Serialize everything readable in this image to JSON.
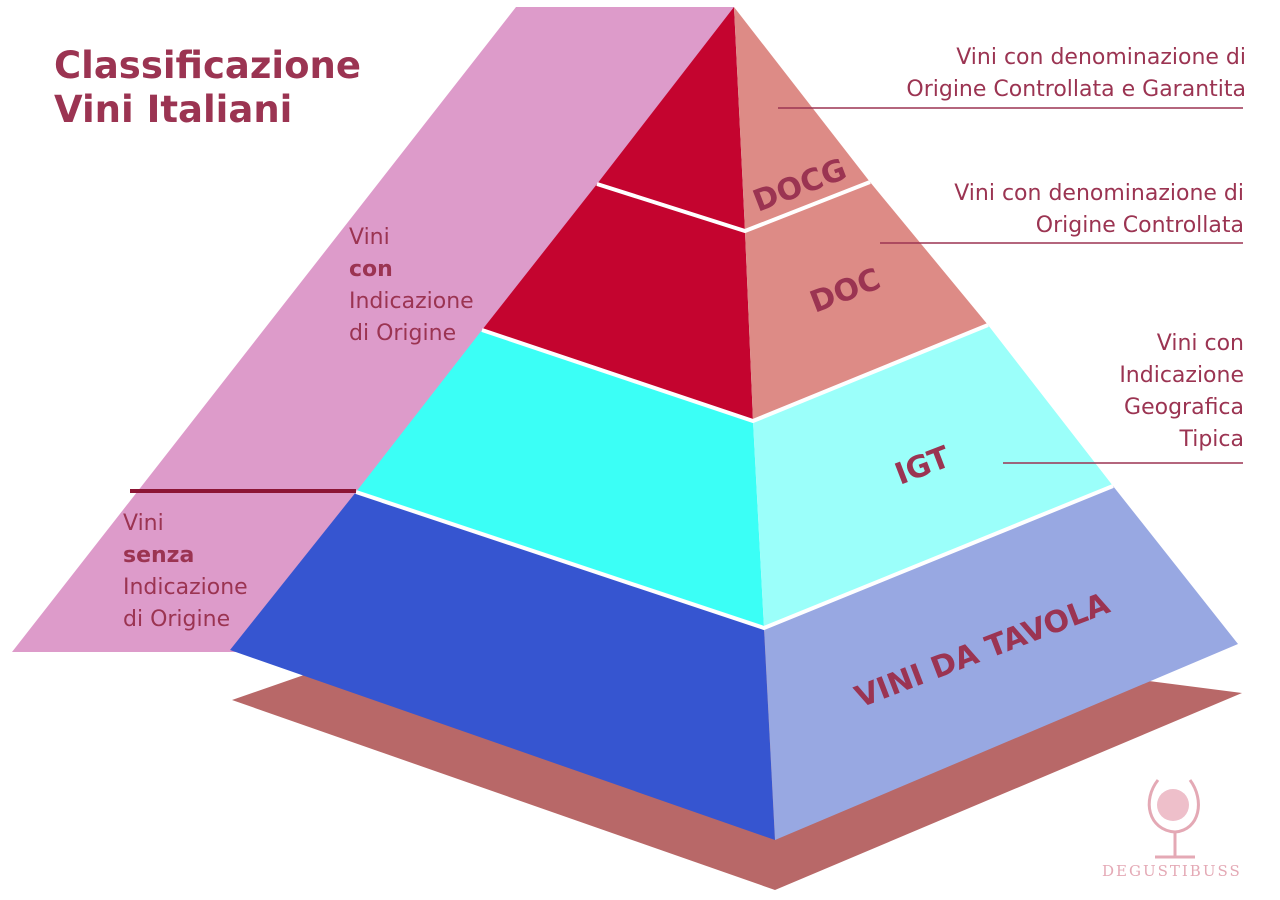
{
  "title": {
    "line1": "Classificazione",
    "line2": "Vini Italiani"
  },
  "tiers": {
    "docg": "DOCG",
    "doc": "DOC",
    "igt": "IGT",
    "tavola": "VINI DA TAVOLA"
  },
  "descriptions": {
    "docg": [
      "Vini con denominazione di",
      "Origine Controllata e Garantita"
    ],
    "doc": [
      "Vini con denominazione di",
      "Origine Controllata"
    ],
    "igt": [
      "Vini con",
      "Indicazione",
      "Geografica",
      "Tipica"
    ]
  },
  "groups": {
    "con": [
      "Vini",
      "con",
      "Indicazione",
      "di Origine"
    ],
    "senza": [
      "Vini",
      "senza",
      "Indicazione",
      "di Origine"
    ]
  },
  "logo": {
    "text": "DEGUSTIBUSS",
    "icon": "wine-glass-globe-icon"
  },
  "colors": {
    "title": "#9b3452",
    "band": "#dd9bca",
    "docg_front": "#c4042f",
    "docg_side": "#dd8b86",
    "igt_front": "#3bfff6",
    "igt_side": "#9bfffa",
    "tavola_front": "#3655d0",
    "tavola_side": "#98a8e2",
    "base": "#b86868"
  }
}
